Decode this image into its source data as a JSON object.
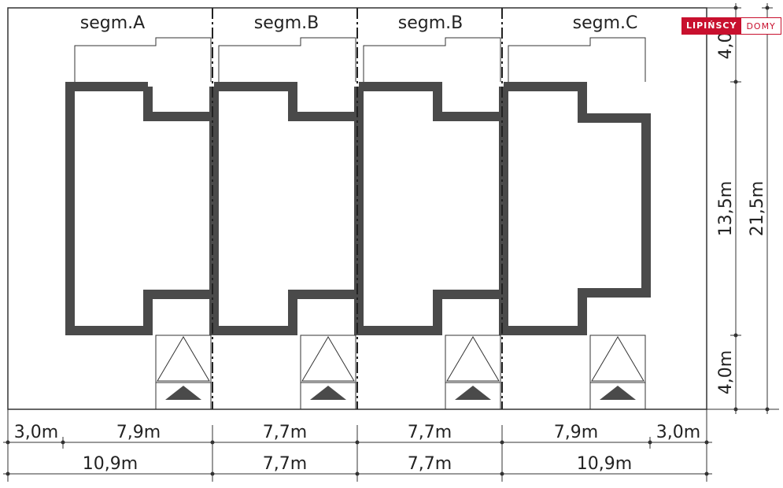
{
  "segments": [
    {
      "label": "segm.A"
    },
    {
      "label": "segm.B"
    },
    {
      "label": "segm.B"
    },
    {
      "label": "segm.C"
    }
  ],
  "logo": {
    "part1": "LIPIŃSCY",
    "part2": "DOMY"
  },
  "dimensions": {
    "vertical_top": "4,0",
    "vertical_mid": "13,5m",
    "vertical_total": "21,5m",
    "vertical_bottom": "4,0m",
    "row1": [
      "3,0m",
      "7,9m",
      "7,7m",
      "7,7m",
      "7,9m",
      "3,0m"
    ],
    "row2": [
      "10,9m",
      "7,7m",
      "7,7m",
      "10,9m"
    ]
  },
  "colors": {
    "wall": "#4a4a4a",
    "line": "#333333",
    "brand": "#c8102e"
  }
}
